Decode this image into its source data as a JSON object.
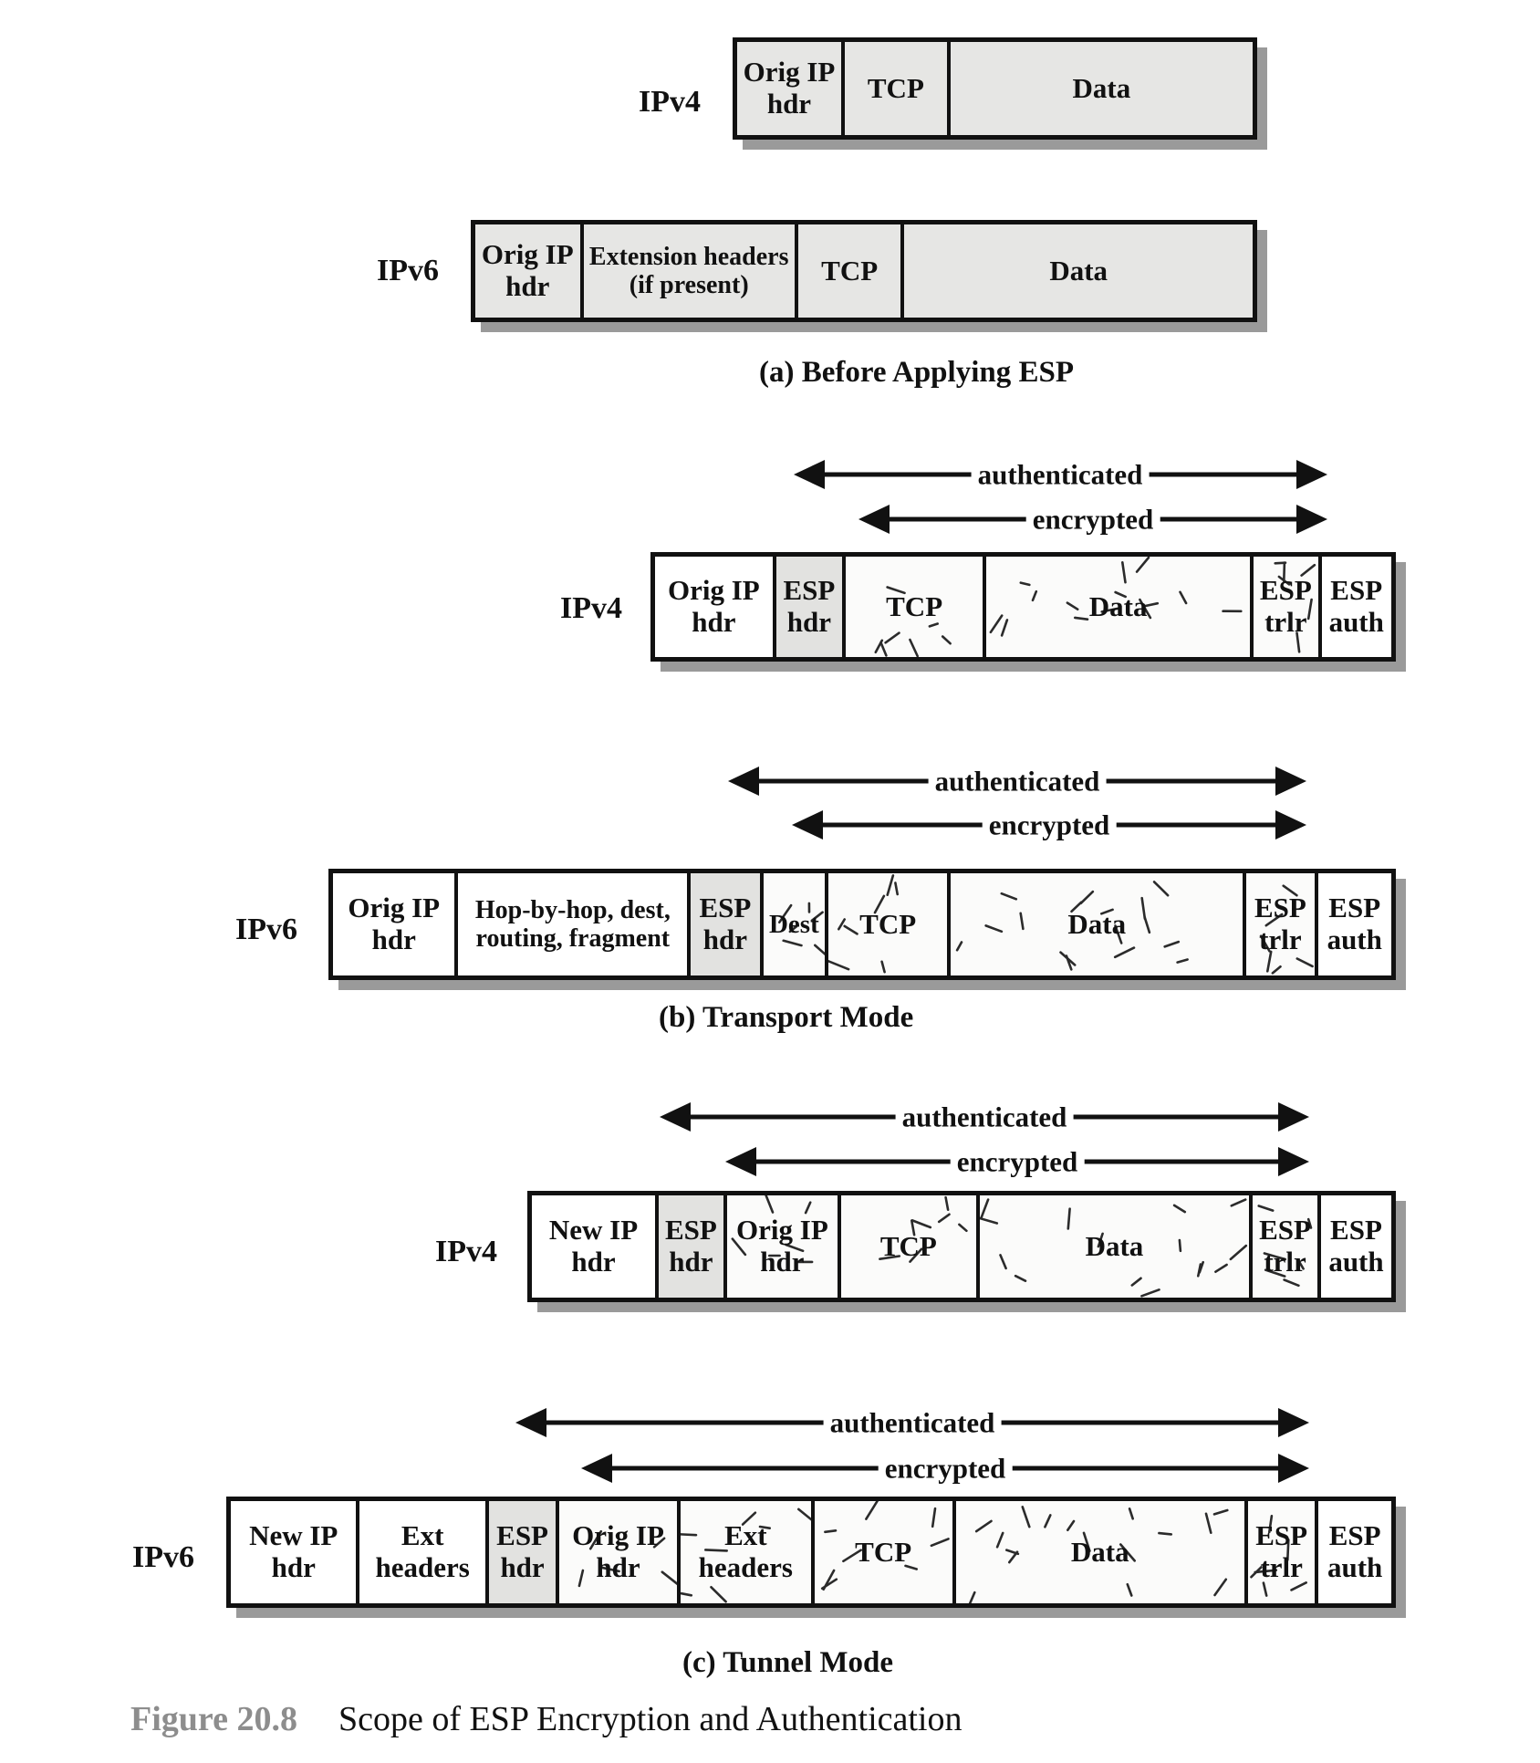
{
  "figure": {
    "number": "Figure 20.8",
    "title": "Scope of ESP Encryption and Authentication"
  },
  "arrow_labels": {
    "authenticated": "authenticated",
    "encrypted": "encrypted"
  },
  "sections": [
    {
      "id": "a",
      "caption": "(a) Before Applying ESP",
      "rows": [
        {
          "label": "IPv4",
          "cells": [
            {
              "text": "Orig IP\nhdr",
              "style": "plain"
            },
            {
              "text": "TCP",
              "style": "plain"
            },
            {
              "text": "Data",
              "style": "plain"
            }
          ]
        },
        {
          "label": "IPv6",
          "cells": [
            {
              "text": "Orig IP\nhdr",
              "style": "plain"
            },
            {
              "text": "Extension headers\n(if present)",
              "style": "plain"
            },
            {
              "text": "TCP",
              "style": "plain"
            },
            {
              "text": "Data",
              "style": "plain"
            }
          ]
        }
      ]
    },
    {
      "id": "b",
      "caption": "(b) Transport Mode",
      "rows": [
        {
          "label": "IPv4",
          "cells": [
            {
              "text": "Orig IP\nhdr",
              "style": "white"
            },
            {
              "text": "ESP\nhdr",
              "style": "espgray"
            },
            {
              "text": "TCP",
              "style": "encrypted"
            },
            {
              "text": "Data",
              "style": "encrypted"
            },
            {
              "text": "ESP\ntrlr",
              "style": "encrypted"
            },
            {
              "text": "ESP\nauth",
              "style": "white"
            }
          ]
        },
        {
          "label": "IPv6",
          "cells": [
            {
              "text": "Orig IP\nhdr",
              "style": "white"
            },
            {
              "text": "Hop-by-hop, dest,\nrouting, fragment",
              "style": "white"
            },
            {
              "text": "ESP\nhdr",
              "style": "espgray"
            },
            {
              "text": "Dest",
              "style": "encrypted"
            },
            {
              "text": "TCP",
              "style": "encrypted"
            },
            {
              "text": "Data",
              "style": "encrypted"
            },
            {
              "text": "ESP\ntrlr",
              "style": "encrypted"
            },
            {
              "text": "ESP\nauth",
              "style": "white"
            }
          ]
        }
      ]
    },
    {
      "id": "c",
      "caption": "(c) Tunnel Mode",
      "rows": [
        {
          "label": "IPv4",
          "cells": [
            {
              "text": "New IP\nhdr",
              "style": "white"
            },
            {
              "text": "ESP\nhdr",
              "style": "espgray"
            },
            {
              "text": "Orig IP\nhdr",
              "style": "encrypted"
            },
            {
              "text": "TCP",
              "style": "encrypted"
            },
            {
              "text": "Data",
              "style": "encrypted"
            },
            {
              "text": "ESP\ntrlr",
              "style": "encrypted"
            },
            {
              "text": "ESP\nauth",
              "style": "white"
            }
          ]
        },
        {
          "label": "IPv6",
          "cells": [
            {
              "text": "New IP\nhdr",
              "style": "white"
            },
            {
              "text": "Ext\nheaders",
              "style": "white"
            },
            {
              "text": "ESP\nhdr",
              "style": "espgray"
            },
            {
              "text": "Orig IP\nhdr",
              "style": "encrypted"
            },
            {
              "text": "Ext\nheaders",
              "style": "encrypted"
            },
            {
              "text": "TCP",
              "style": "encrypted"
            },
            {
              "text": "Data",
              "style": "encrypted"
            },
            {
              "text": "ESP\ntrlr",
              "style": "encrypted"
            },
            {
              "text": "ESP\nauth",
              "style": "white"
            }
          ]
        }
      ]
    }
  ],
  "colors": {
    "box_fill_plain": "#e6e6e4",
    "box_fill_white": "#ffffff",
    "esp_header_fill": "#e2e2e0",
    "shadow": "#9a9a9a",
    "stroke": "#111111",
    "figure_number": "#8d8d8d"
  }
}
